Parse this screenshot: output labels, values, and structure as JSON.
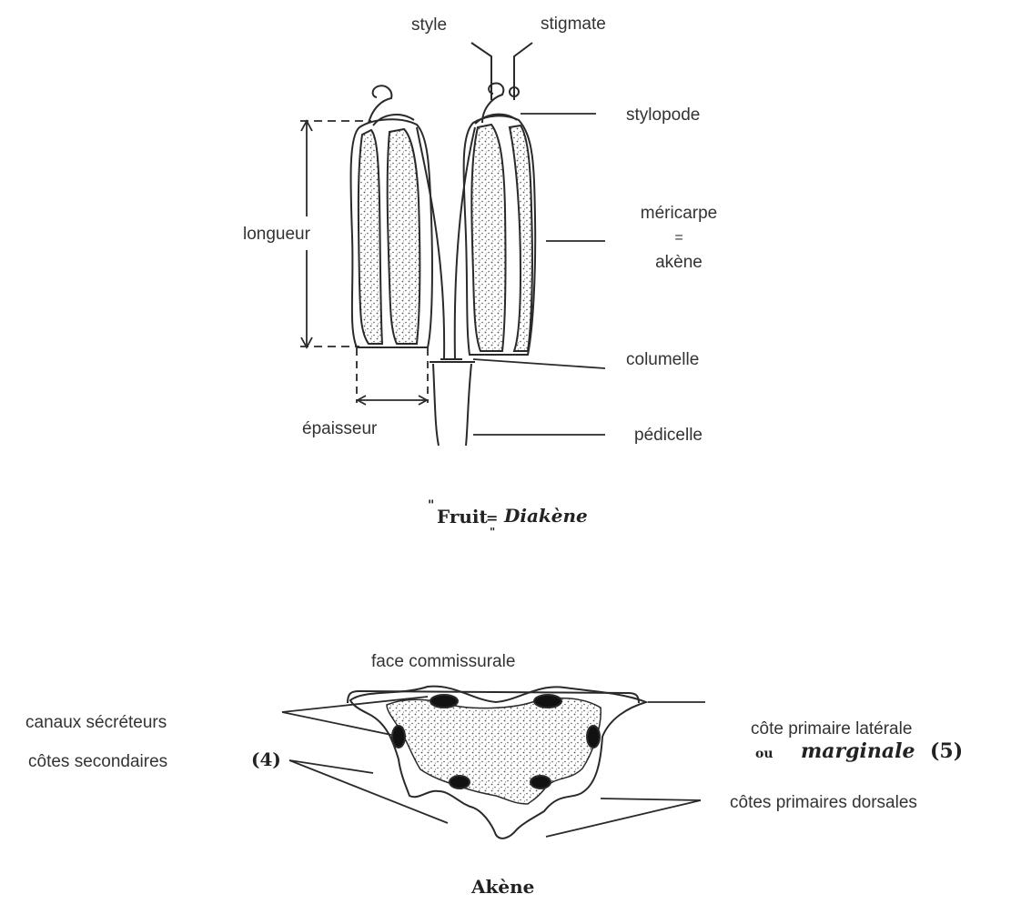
{
  "top_diagram": {
    "labels": {
      "style": "style",
      "stigmate": "stigmate",
      "stylopode": "stylopode",
      "mericarpe_1": "méricarpe",
      "mericarpe_eq": "=",
      "mericarpe_2": "akène",
      "columelle": "columelle",
      "pedicelle": "pédicelle",
      "longueur": "longueur",
      "epaisseur": "épaisseur"
    },
    "caption": {
      "quote_open": "\"",
      "fruit": "Fruit",
      "equals": "=",
      "quote_close": "\"",
      "diakene": "Diakène"
    }
  },
  "bottom_diagram": {
    "labels": {
      "face_commissurale": "face commissurale",
      "canaux_secreteurs": "canaux sécréteurs",
      "cotes_secondaires": "côtes secondaires",
      "cotes_secondaires_count": "(4)",
      "cote_primaire_laterale": "côte primaire latérale",
      "ou": "ou",
      "marginale": "marginale",
      "marginale_count": "(5)",
      "cotes_primaires_dorsales": "côtes primaires dorsales"
    },
    "caption": "Akène"
  },
  "colors": {
    "ink": "#2a2a2a",
    "stipple": "#555555",
    "paper": "#ffffff"
  }
}
